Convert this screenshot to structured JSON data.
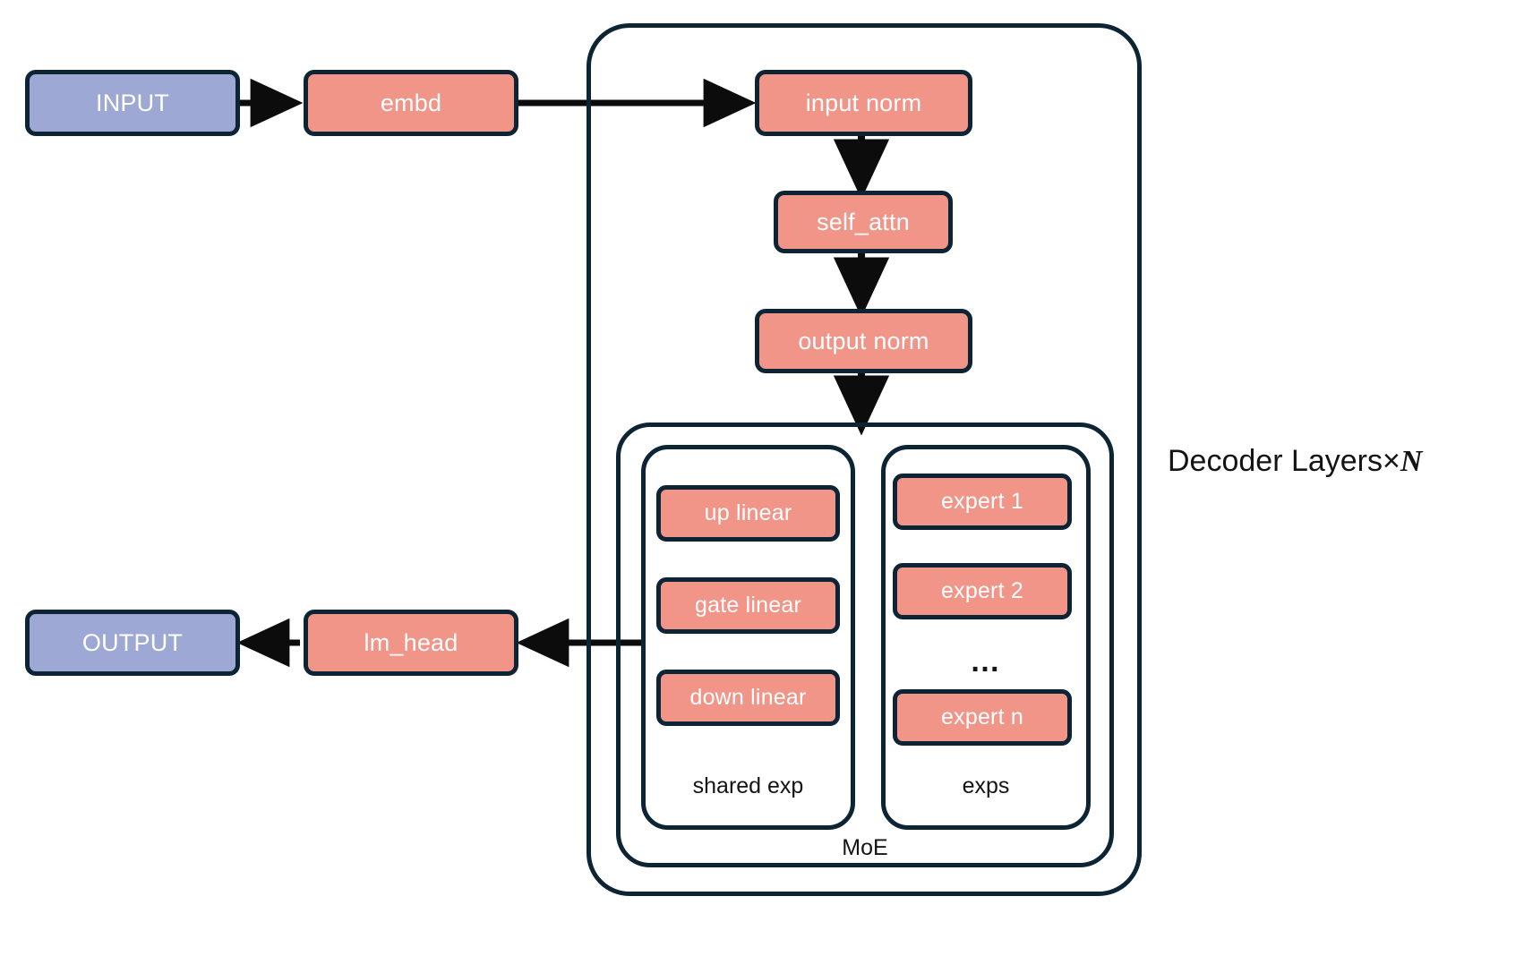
{
  "diagram": {
    "title": "MoE decoder-only transformer architecture",
    "colors": {
      "stroke": "#0c2433",
      "block_salmon": "#f09588",
      "io_violet": "#9ea8d4",
      "text_on_block": "#ffffff",
      "text_label": "#141414",
      "background": "#ffffff"
    },
    "io": {
      "input": "INPUT",
      "output": "OUTPUT"
    },
    "blocks": {
      "embd": "embd",
      "lm_head": "lm_head",
      "input_norm": "input norm",
      "self_attn": "self_attn",
      "output_norm": "output norm"
    },
    "decoder": {
      "label_prefix": "Decoder Layers×",
      "label_var": "N"
    },
    "moe": {
      "label": "MoE",
      "shared_expert": {
        "label": "shared exp",
        "items": [
          "up linear",
          "gate linear",
          "down linear"
        ]
      },
      "experts": {
        "label": "exps",
        "items": [
          "expert 1",
          "expert 2"
        ],
        "ellipsis": "…",
        "last": "expert n"
      }
    },
    "edges": [
      {
        "from": "INPUT",
        "to": "embd"
      },
      {
        "from": "embd",
        "to": "input norm"
      },
      {
        "from": "input norm",
        "to": "self_attn"
      },
      {
        "from": "self_attn",
        "to": "output norm"
      },
      {
        "from": "output norm",
        "to": "MoE"
      },
      {
        "from": "MoE",
        "to": "lm_head"
      },
      {
        "from": "lm_head",
        "to": "OUTPUT"
      }
    ]
  }
}
